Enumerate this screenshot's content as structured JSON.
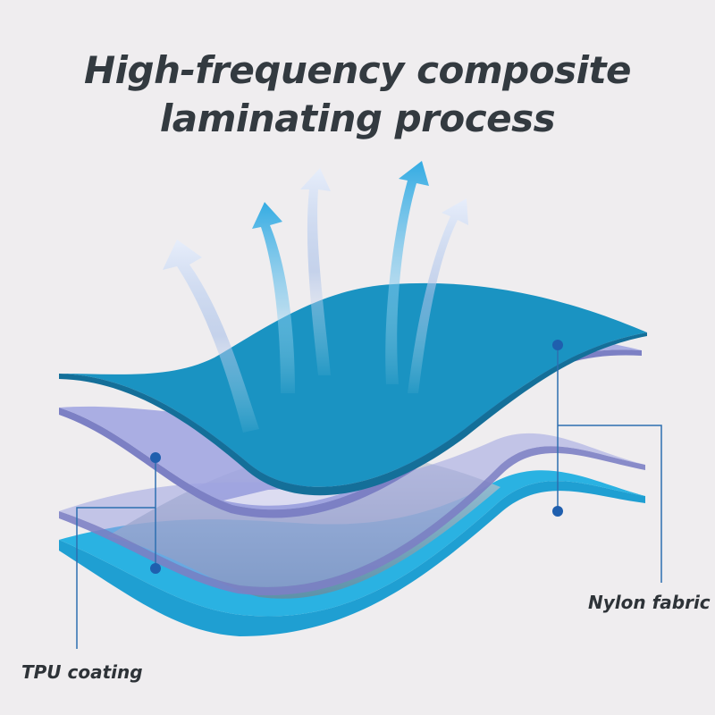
{
  "title": {
    "line1": "High-frequency composite",
    "line2": "laminating process"
  },
  "labels": {
    "tpu": "TPU coating",
    "nylon": "Nylon fabric"
  },
  "colors": {
    "background": "#efedef",
    "top_fabric": "#1a93c2",
    "tpu_film": "#8e93d8",
    "bottom_fabric": "#2ab0e0",
    "arrow": "#3fb1e3",
    "callout": "#2d6fb0"
  }
}
